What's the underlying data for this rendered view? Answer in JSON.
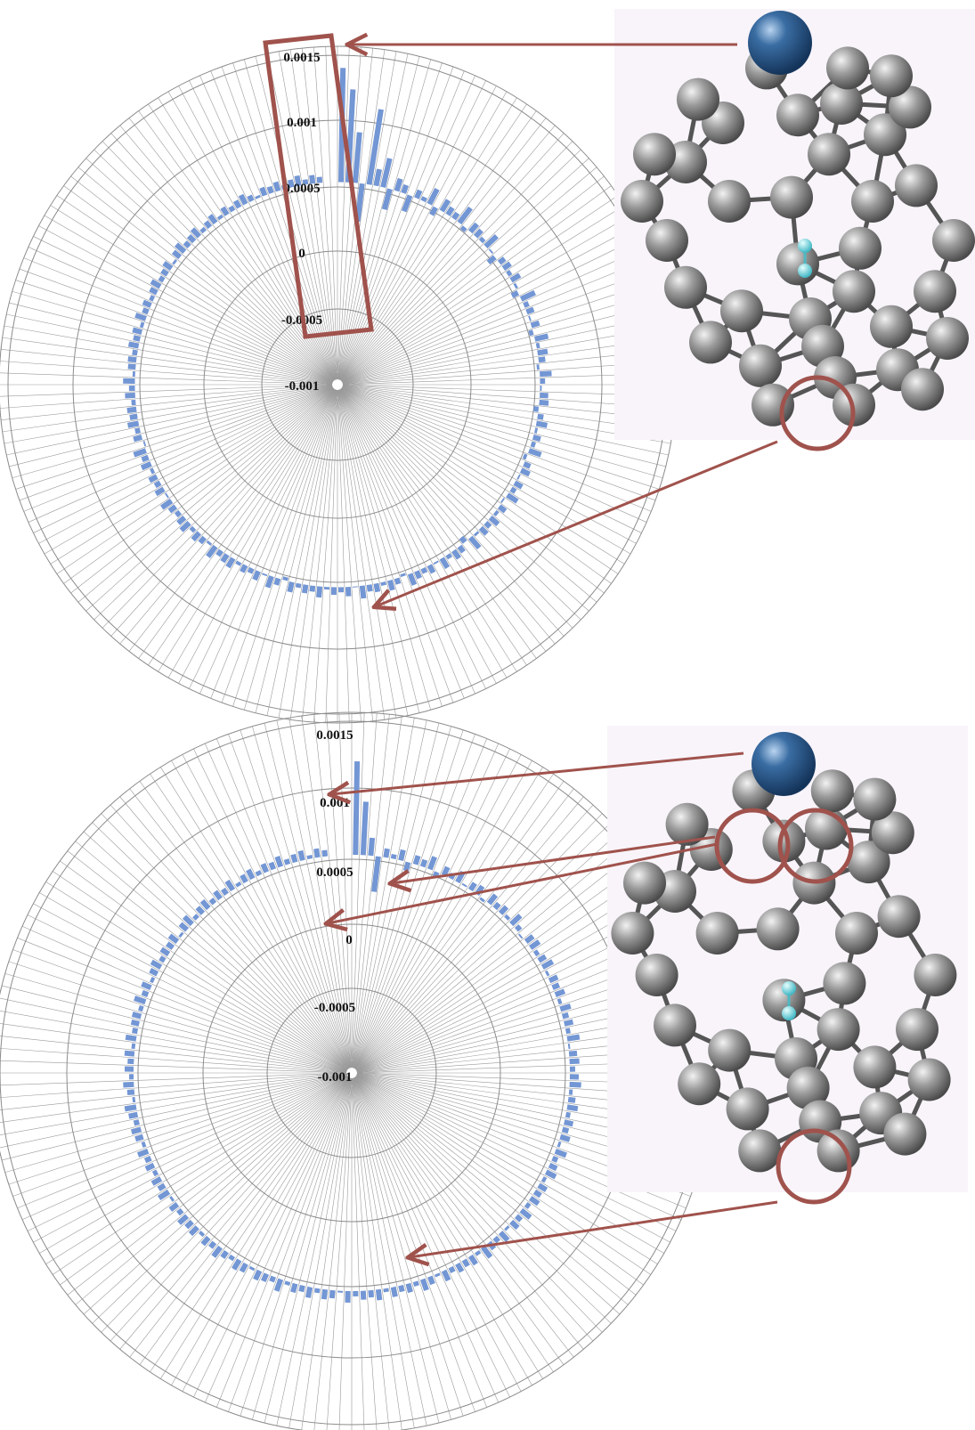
{
  "colors": {
    "bars": "#7396d4",
    "spokes": "#9a9a9a",
    "rings": "#8c8c8c",
    "annotation": "#a0524c",
    "carbon": "#8a8a8a",
    "metal": "#2b5a8f",
    "hydrogen": "#64d6e0",
    "panel_bg": "#f8f4fa"
  },
  "chart_data": [
    {
      "type": "radial-bar",
      "rlim": [
        -0.0015,
        0.0015
      ],
      "r_ticks": [
        "0.0015",
        "0.001",
        "0.0005",
        "0",
        "-0.0005",
        "-0.001"
      ],
      "n_categories": 180,
      "grid": true,
      "values": [
        0.00135,
        0.0011,
        0.0006,
        -0.00045,
        0.0009,
        0.0002,
        0.00035,
        -0.00025,
        0.00015,
        0.0001,
        -0.0002,
        0.0001,
        5e-05,
        0.0002,
        -0.0001,
        0.00015,
        0.0001,
        8e-05,
        0.00022,
        -5e-05,
        0.00012,
        0.0001,
        5e-05,
        0.00018,
        2e-05,
        -0.0001,
        8e-05,
        0.0001,
        5e-05,
        0.00012,
        3e-05,
        -8e-05,
        0.00018,
        6e-05,
        9e-05,
        2e-05,
        0.0001,
        -5e-05,
        0.00016,
        4e-05,
        0.00012,
        8e-05,
        -3e-05,
        0.00014,
        6e-05,
        2e-05,
        0.0001,
        0.00011,
        -6e-05,
        7e-05,
        0.00013,
        3e-05,
        9e-05,
        5e-05,
        0.00015,
        -4e-05,
        8e-05,
        0.00011,
        2e-05,
        0.0001,
        6e-05,
        0.00014,
        -2e-05,
        9e-05,
        4e-05,
        0.00012,
        7e-05,
        0.0001,
        3e-05,
        0.00016,
        -7e-05,
        8e-05,
        0.00011,
        5e-05,
        0.00013,
        2e-05,
        0.0001,
        6e-05,
        9e-05,
        0.00014,
        -3e-05,
        7e-05,
        0.00012,
        4e-05,
        0.0001,
        8e-05,
        0.00015,
        1e-05,
        0.00011,
        6e-05,
        9e-05,
        3e-05,
        0.00013,
        7e-05,
        0.0001,
        5e-05,
        0.00012,
        -4e-05,
        8e-05,
        0.00014,
        2e-05,
        0.00011,
        6e-05,
        9e-05,
        4e-05,
        0.00012,
        0.0001,
        7e-05,
        0.00015,
        3e-05,
        8e-05,
        0.00011,
        5e-05,
        0.00013,
        0.0001,
        6e-05,
        9e-05,
        0.00014,
        2e-05,
        0.00011,
        7e-05,
        0.0001,
        4e-05,
        0.00012,
        8e-05,
        0.00015,
        -2e-05,
        0.0001,
        6e-05,
        0.00013,
        9e-05,
        0.00011,
        5e-05,
        0.00012,
        7e-05,
        0.00014,
        3e-05,
        9e-05,
        0.0001,
        6e-05,
        0.00012,
        8e-05,
        0.00011,
        4e-05,
        0.00013,
        7e-05,
        0.0001,
        5e-05,
        9e-05,
        0.00012,
        6e-05,
        8e-05,
        0.00011,
        3e-05,
        0.0001,
        0.00013,
        7e-05,
        9e-05,
        0.00012,
        5e-05,
        8e-05,
        0.00011,
        4e-05,
        0.0001,
        6e-05,
        9e-05,
        0.00012,
        7e-05,
        3e-05,
        0.0001,
        8e-05,
        0.00011,
        5e-05,
        9e-05,
        0.00012,
        6e-05,
        0.0001,
        7e-05
      ]
    },
    {
      "type": "radial-bar",
      "rlim": [
        -0.0015,
        0.0015
      ],
      "r_ticks": [
        "0.0015",
        "0.001",
        "0.0005",
        "0",
        "-0.0005",
        "-0.001"
      ],
      "n_categories": 180,
      "grid": true,
      "values": [
        0.00105,
        0.0006,
        0.0002,
        -0.0004,
        0.0001,
        5e-05,
        0.00012,
        -0.0001,
        0.0001,
        8e-05,
        0.00015,
        -5e-05,
        0.0001,
        6e-05,
        0.00013,
        2e-05,
        9e-05,
        0.00011,
        -3e-05,
        0.00012,
        7e-05,
        0.0001,
        4e-05,
        0.00014,
        6e-05,
        -2e-05,
        0.0001,
        0.00012,
        5e-05,
        9e-05,
        0.00013,
        3e-05,
        0.0001,
        8e-05,
        0.00011,
        4e-05,
        0.00012,
        7e-05,
        0.0001,
        5e-05,
        0.00014,
        2e-05,
        9e-05,
        0.00011,
        6e-05,
        0.0001,
        0.00013,
        4e-05,
        8e-05,
        0.00012,
        5e-05,
        0.0001,
        7e-05,
        0.00011,
        3e-05,
        0.00013,
        6e-05,
        9e-05,
        0.00012,
        4e-05,
        0.0001,
        8e-05,
        0.00011,
        5e-05,
        0.00013,
        7e-05,
        0.0001,
        3e-05,
        0.00012,
        6e-05,
        9e-05,
        0.00014,
        4e-05,
        0.00011,
        8e-05,
        0.0001,
        6e-05,
        0.00012,
        3e-05,
        9e-05,
        0.00013,
        5e-05,
        0.0001,
        7e-05,
        0.00011,
        4e-05,
        0.00012,
        8e-05,
        0.0001,
        6e-05,
        0.00013,
        2e-05,
        9e-05,
        0.00011,
        5e-05,
        0.00012,
        7e-05,
        0.0001,
        4e-05,
        0.00014,
        6e-05,
        9e-05,
        0.00011,
        3e-05,
        0.0001,
        0.00012,
        5e-05,
        8e-05,
        0.00013,
        7e-05,
        0.0001,
        4e-05,
        0.00011,
        9e-05,
        0.00012,
        6e-05,
        0.0001,
        3e-05,
        0.00013,
        8e-05,
        0.00011,
        5e-05,
        0.0001,
        7e-05,
        0.00012,
        4e-05,
        9e-05,
        0.00011,
        6e-05,
        0.0001,
        0.00013,
        3e-05,
        8e-05,
        0.00012,
        5e-05,
        0.0001,
        7e-05,
        0.00011,
        4e-05,
        0.00012,
        6e-05,
        9e-05,
        0.0001,
        5e-05,
        0.00013,
        7e-05,
        0.00011,
        4e-05,
        9e-05,
        0.00012,
        6e-05,
        0.0001,
        8e-05,
        0.00011,
        3e-05,
        0.0001,
        0.00012,
        5e-05,
        9e-05,
        0.00011,
        6e-05,
        0.0001,
        7e-05,
        0.00012,
        4e-05,
        9e-05,
        0.00011,
        5e-05,
        0.0001,
        8e-05,
        0.00012,
        6e-05,
        9e-05,
        0.00011,
        4e-05,
        0.0001,
        7e-05
      ]
    }
  ]
}
